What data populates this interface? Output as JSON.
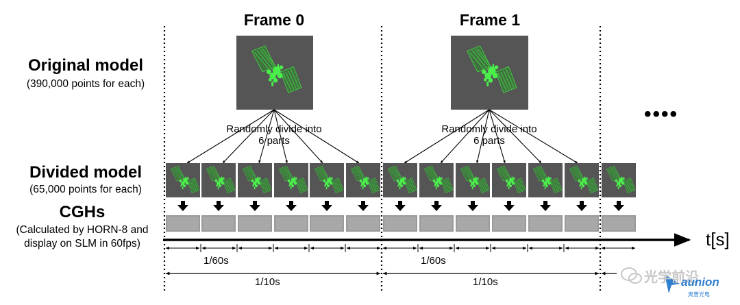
{
  "labels": {
    "original_title": "Original model",
    "original_sub": "(390,000 points for each)",
    "divided_title": "Divided model",
    "divided_sub": "(65,000 points for each)",
    "cgh_title": "CGHs",
    "cgh_sub1": "(Calculated by HORN-8 and",
    "cgh_sub2": "display on SLM in 60fps)"
  },
  "frames": [
    {
      "title": "Frame 0",
      "divide_line1": "Randomly divide into",
      "divide_line2": "6 parts"
    },
    {
      "title": "Frame 1",
      "divide_line1": "Randomly divide into",
      "divide_line2": "6 parts"
    }
  ],
  "continuation": "••••",
  "axis_label": "t[s]",
  "interval_short": "1/60s",
  "interval_long": "1/10s",
  "watermark": {
    "wechat": "光学前沿",
    "brand": "aunion",
    "brand_cn": "奥普光电"
  },
  "colors": {
    "tile": "#555555",
    "cgh": "#9a9a9a",
    "model": "#39d639",
    "ink": "#000000"
  }
}
